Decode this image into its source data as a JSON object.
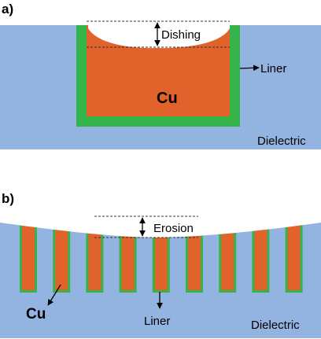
{
  "panel_a": {
    "label": "a)",
    "annotations": {
      "dishing": "Dishing",
      "liner": "Liner",
      "cu": "Cu",
      "dielectric": "Dielectric"
    }
  },
  "panel_b": {
    "label": "b)",
    "annotations": {
      "erosion": "Erosion",
      "cu": "Cu",
      "liner": "Liner",
      "dielectric": "Dielectric"
    },
    "line_count": 9
  },
  "colors": {
    "dielectric": "#93b3e0",
    "copper": "#e2622b",
    "liner": "#35b44a",
    "cavity": "#ffffff"
  }
}
